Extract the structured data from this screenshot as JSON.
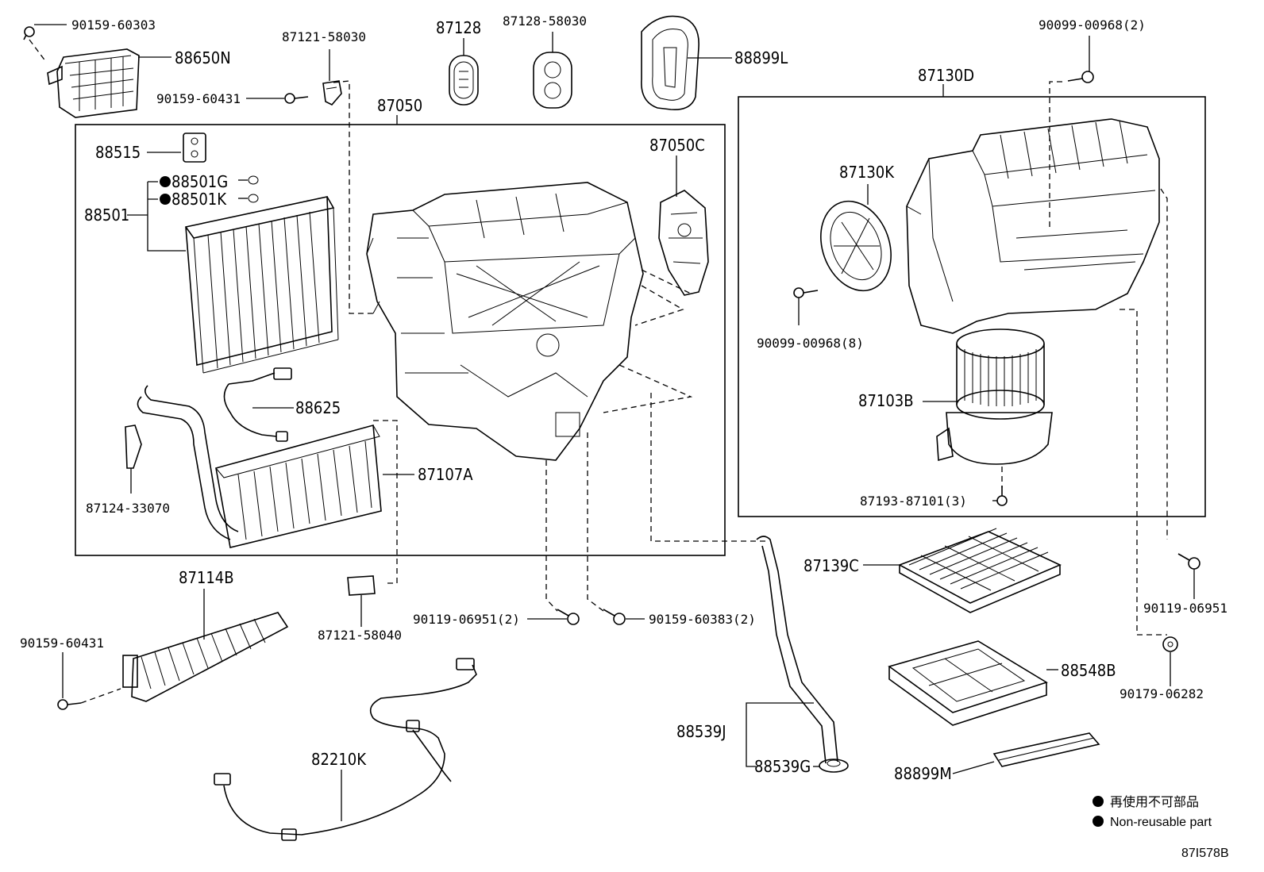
{
  "labels": {
    "p88650N": "88650N",
    "p90159_60303": "90159-60303",
    "p87121_58030": "87121-58030",
    "p90159_60431_top": "90159-60431",
    "p87128": "87128",
    "p87128_58030": "87128-58030",
    "p88899L": "88899L",
    "p90099_00968_2": "90099-00968(2)",
    "p87130D": "87130D",
    "p87050": "87050",
    "p87050C": "87050C",
    "p88515": "88515",
    "p88501G": "88501G",
    "p88501K": "88501K",
    "p88501": "88501",
    "p87130K": "87130K",
    "p90099_00968_8": "90099-00968(8)",
    "p88625": "88625",
    "p87103B": "87103B",
    "p87107A": "87107A",
    "p87124_33070": "87124-33070",
    "p87193_87101_3": "87193-87101(3)",
    "p87139C": "87139C",
    "p87114B": "87114B",
    "p87121_58040": "87121-58040",
    "p90119_06951_2": "90119-06951(2)",
    "p90159_60383_2": "90159-60383(2)",
    "p90119_06951": "90119-06951",
    "p90159_60431_bottom": "90159-60431",
    "p88548B": "88548B",
    "p90179_06282": "90179-06282",
    "p88539J": "88539J",
    "p82210K": "82210K",
    "p88539G": "88539G",
    "p88899M": "88899M"
  },
  "legend": {
    "japanese": "再使用不可部品",
    "english": "Non-reusable part"
  },
  "diagram_code": "87I578B"
}
